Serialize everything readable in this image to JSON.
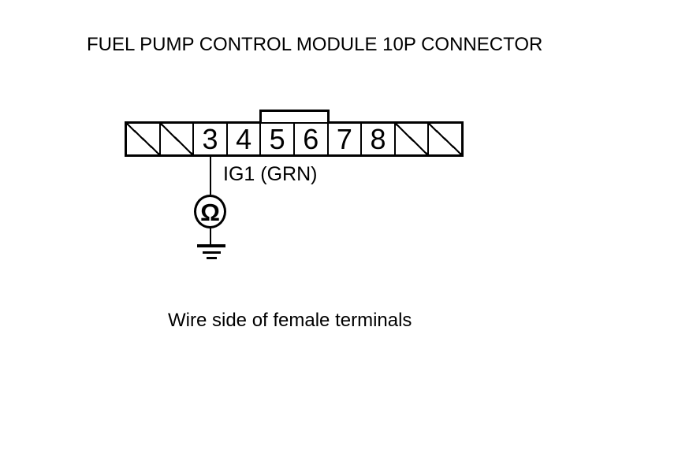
{
  "diagram": {
    "title": "FUEL PUMP CONTROL MODULE 10P CONNECTOR",
    "caption": "Wire side of female terminals",
    "connector": {
      "pins": [
        {
          "label": "",
          "hatched": true
        },
        {
          "label": "",
          "hatched": true
        },
        {
          "label": "3",
          "hatched": false
        },
        {
          "label": "4",
          "hatched": false
        },
        {
          "label": "5",
          "hatched": false
        },
        {
          "label": "6",
          "hatched": false
        },
        {
          "label": "7",
          "hatched": false
        },
        {
          "label": "8",
          "hatched": false
        },
        {
          "label": "",
          "hatched": true
        },
        {
          "label": "",
          "hatched": true
        }
      ]
    },
    "probe": {
      "pin": "3",
      "wire_label": "IG1 (GRN)",
      "meter_symbol": "Ω"
    },
    "colors": {
      "line": "#000000",
      "background": "#ffffff"
    }
  }
}
